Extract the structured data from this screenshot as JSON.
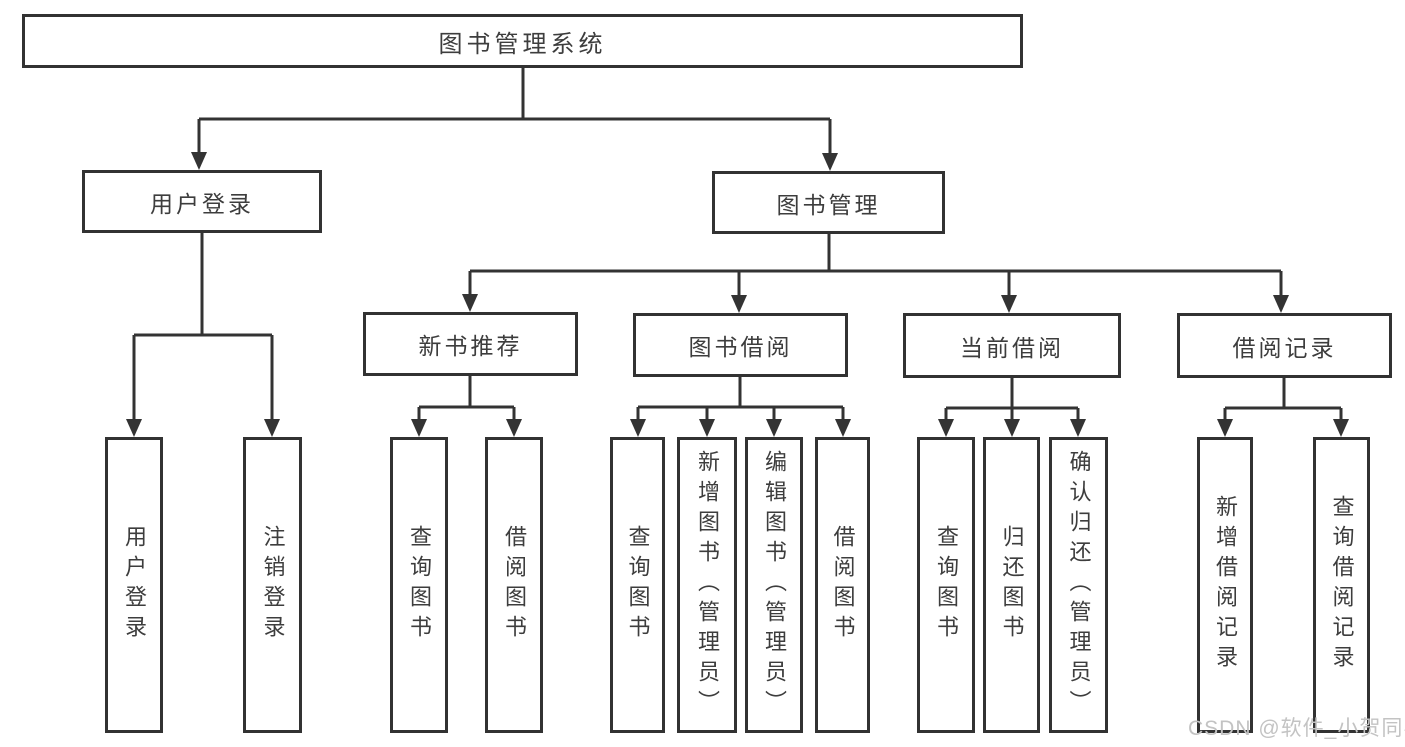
{
  "hierarchy": {
    "root": "图书管理系统",
    "children": [
      {
        "label": "用户登录",
        "children": [
          {
            "label": "用户登录"
          },
          {
            "label": "注销登录"
          }
        ]
      },
      {
        "label": "图书管理",
        "children": [
          {
            "label": "新书推荐",
            "children": [
              {
                "label": "查询图书"
              },
              {
                "label": "借阅图书"
              }
            ]
          },
          {
            "label": "图书借阅",
            "children": [
              {
                "label": "查询图书"
              },
              {
                "label": "新增图书（管理员）"
              },
              {
                "label": "编辑图书（管理员）"
              },
              {
                "label": "借阅图书"
              }
            ]
          },
          {
            "label": "当前借阅",
            "children": [
              {
                "label": "查询图书"
              },
              {
                "label": "归还图书"
              },
              {
                "label": "确认归还（管理员）"
              }
            ]
          },
          {
            "label": "借阅记录",
            "children": [
              {
                "label": "新增借阅记录"
              },
              {
                "label": "查询借阅记录"
              }
            ]
          }
        ]
      }
    ]
  },
  "watermark": {
    "text": "CSDN @软件_小贺同学"
  },
  "colors": {
    "line": "#333333",
    "box_border": "#323232",
    "text": "#3d3d3d",
    "watermark": "#c3c3c3",
    "background": "#ffffff"
  }
}
